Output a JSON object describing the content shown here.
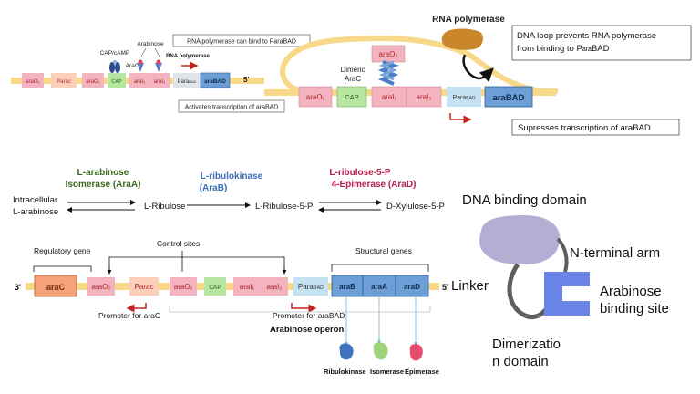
{
  "panel_tl": {
    "genes": {
      "arao2": "araO₂",
      "parac": "Parac",
      "arao1": "araO₁",
      "cap": "CAP",
      "arai1": "araI₁",
      "arai2": "araI₂",
      "parabad": "Para",
      "parabad_sub": "BAD",
      "arabad": "araBAD"
    },
    "cap_camp": "CAP/cAMP",
    "arabinose": "Arabinose",
    "arac": "AraC",
    "rna_pol": "RNA polymerase",
    "end_5": "5'",
    "note_bind": "RNA polymerase can bind to ParaBAD",
    "note_activate": "Activates transcription of araBAD"
  },
  "panel_tr": {
    "title_rnapol": "RNA polymerase",
    "note_loop_l1": "DNA loop prevents RNA polymerase",
    "note_loop_l2": "from binding to P",
    "note_loop_sub": "ara",
    "note_loop_end": "BAD",
    "dimeric_l1": "Dimeric",
    "dimeric_l2": "AraC",
    "genes": {
      "arao2": "araO₂",
      "arao1": "araO₁",
      "cap": "CAP",
      "arai1": "araI₁",
      "arai2": "araI₂",
      "parabad": "Para",
      "parabad_sub": "BAD",
      "arabad": "araBAD"
    },
    "note_suppress": "Supresses transcription of araBAD"
  },
  "pathway": {
    "enzyme1_l1": "L-arabinose",
    "enzyme1_l2": "Isomerase (AraA)",
    "enzyme2_l1": "L-ribulokinase",
    "enzyme2_l2": "(AraB)",
    "enzyme3_l1": "L-ribulose-5-P",
    "enzyme3_l2": "4-Epimerase (AraD)",
    "sub1_l1": "Intracellular",
    "sub1_l2": "L-arabinose",
    "sub2": "L-Ribulose",
    "sub3": "L-Ribulose-5-P",
    "sub4": "D-Xylulose-5-P"
  },
  "operon": {
    "regulatory_gene": "Regulatory gene",
    "control_sites": "Control sites",
    "structural_genes": "Structural genes",
    "end_3": "3'",
    "end_5": "5'",
    "genes": {
      "arac": "araC",
      "arao2": "araO₂",
      "parac": "Parac",
      "arao1": "araO₁",
      "cap": "CAP",
      "arai1": "araI₁",
      "arai2": "araI₂",
      "parabad": "Para",
      "parabad_sub": "BAD",
      "arab": "araB",
      "araa": "araA",
      "arad": "araD"
    },
    "promoter_arac": "Promoter for araC",
    "promoter_arabad": "Promoter for araBAD",
    "operon_label": "Arabinose operon",
    "products": [
      "Ribulokinase",
      "Isomerase",
      "Epimerase"
    ],
    "colors": {
      "dna": "#f8d98a",
      "pink": "#f3b3bf",
      "orange": "#f5a27a",
      "green": "#b7e6a0",
      "blue": "#6d9fd6",
      "lightblue": "#c5e2f5"
    }
  },
  "protein": {
    "dna_binding_domain": "DNA binding domain",
    "n_terminal_arm": "N-terminal arm",
    "linker": "Linker",
    "arabinose_l1": "Arabinose",
    "arabinose_l2": "binding site",
    "dimerization_l1": "Dimerizatio",
    "dimerization_l2": "n domain",
    "colors": {
      "dna_domain": "#b6add5",
      "binding_domain": "#6a84e8",
      "linker": "#5e5e5e"
    }
  }
}
